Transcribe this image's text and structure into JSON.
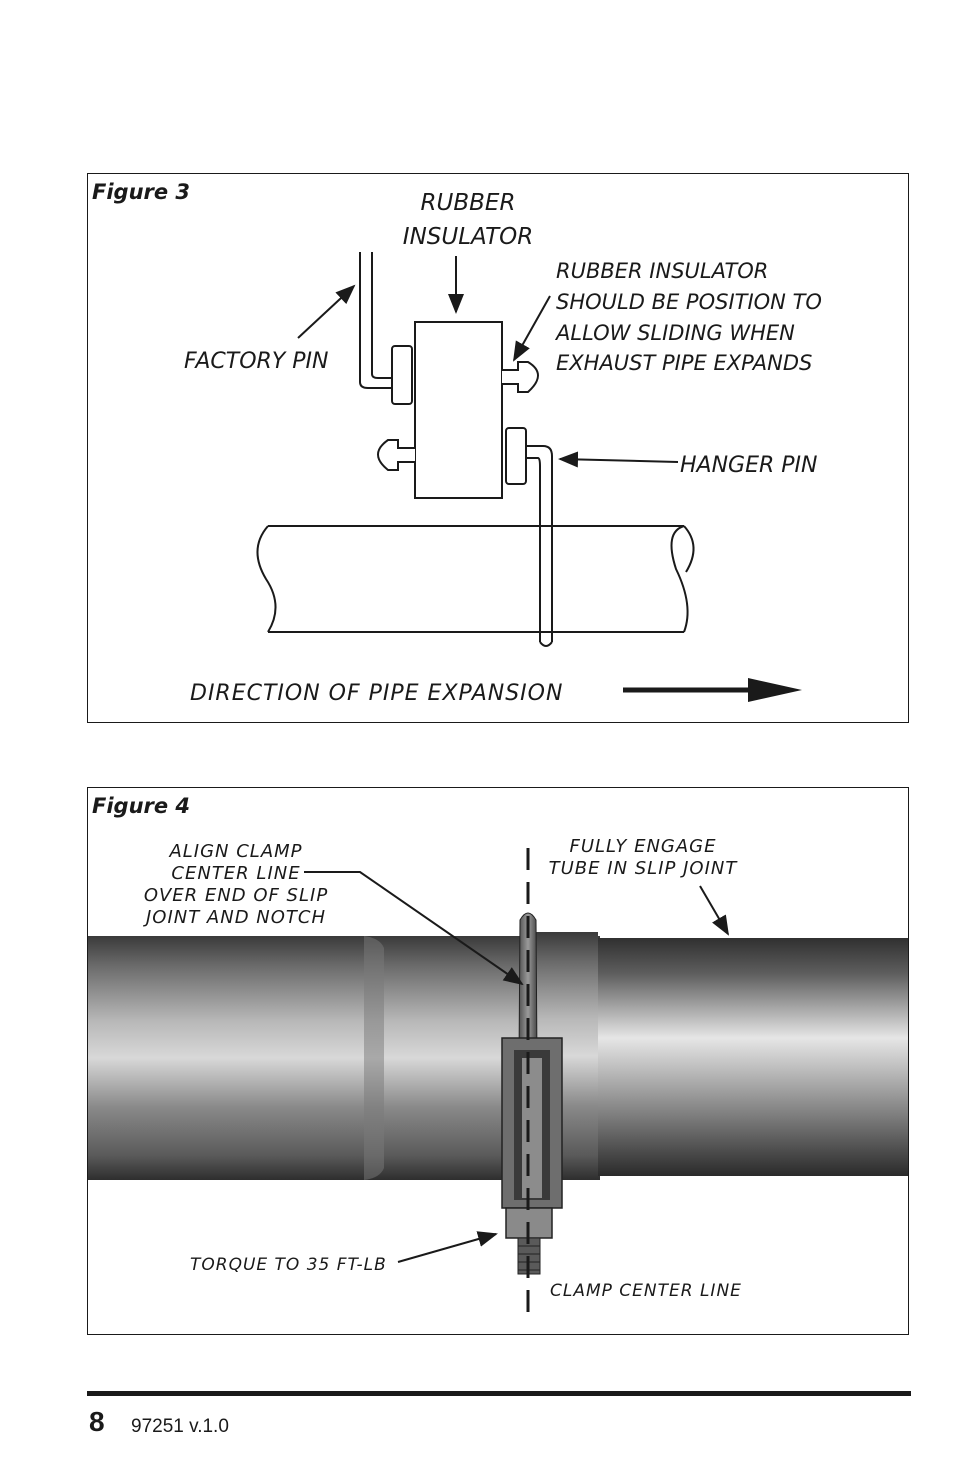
{
  "figure3": {
    "title": "Figure 3",
    "labels": {
      "rubber_insulator_line1": "RUBBER",
      "rubber_insulator_line2": "INSULATOR",
      "factory_pin": "FACTORY PIN",
      "note_line1": "RUBBER INSULATOR",
      "note_line2": "SHOULD BE POSITION TO",
      "note_line3": "ALLOW SLIDING WHEN",
      "note_line4": "EXHAUST PIPE EXPANDS",
      "hanger_pin": "HANGER PIN",
      "direction": "DIRECTION OF PIPE EXPANSION"
    }
  },
  "figure4": {
    "title": "Figure 4",
    "labels": {
      "align_line1": "ALIGN CLAMP",
      "align_line2": "CENTER LINE",
      "align_line3": "OVER END OF SLIP",
      "align_line4": "JOINT AND NOTCH",
      "engage_line1": "FULLY ENGAGE",
      "engage_line2": "TUBE IN SLIP JOINT",
      "torque": "TORQUE TO 35 FT-LB",
      "clamp_center": "CLAMP CENTER LINE"
    }
  },
  "footer": {
    "page_number": "8",
    "doc_id": "97251 v.1.0"
  }
}
